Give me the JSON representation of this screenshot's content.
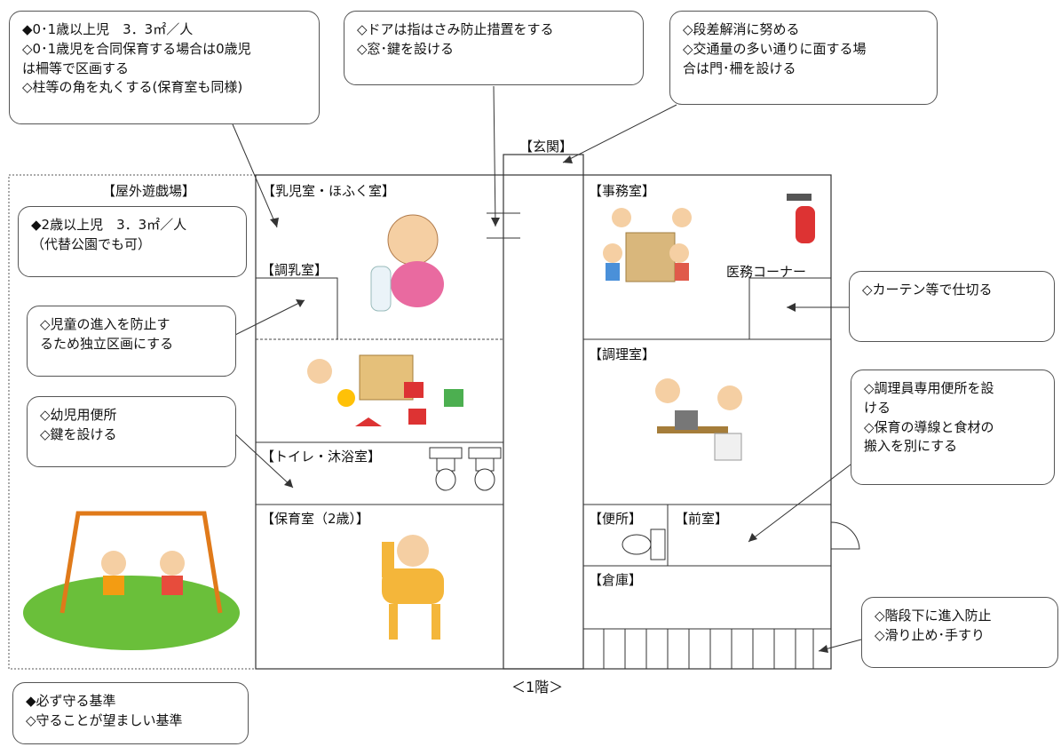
{
  "callouts": {
    "infant_area": [
      "◆0･1歳以上児　3．3㎡／人",
      "◇0･1歳児を合同保育する場合は0歳児",
      "は柵等で区画する",
      "◇柱等の角を丸くする(保育室も同様)"
    ],
    "door": [
      "◇ドアは指はさみ防止措置をする",
      "◇窓･鍵を設ける"
    ],
    "entrance": [
      "◇段差解消に努める",
      "◇交通量の多い通りに面する場",
      "合は門･柵を設ける"
    ],
    "outdoor": [
      "◆2歳以上児　3．3㎡／人",
      "（代替公園でも可）"
    ],
    "formula": [
      "◇児童の進入を防止す",
      "るため独立区画にする"
    ],
    "toilet": [
      "◇幼児用便所",
      "◇鍵を設ける"
    ],
    "curtain": [
      "◇カーテン等で仕切る"
    ],
    "kitchen": [
      "◇調理員専用便所を設",
      "ける",
      "◇保育の導線と食材の",
      "搬入を別にする"
    ],
    "stairs": [
      "◇階段下に進入防止",
      "◇滑り止め･手すり"
    ],
    "legend": [
      "◆必ず守る基準",
      "◇守ることが望ましい基準"
    ]
  },
  "rooms": {
    "entrance": "【玄関】",
    "outdoor": "【屋外遊戯場】",
    "infant": "【乳児室・ほふく室】",
    "formula": "【調乳室】",
    "toilet_bath": "【トイレ・沐浴室】",
    "nursery2": "【保育室（2歳）】",
    "office": "【事務室】",
    "medical": "医務コーナー",
    "kitchen": "【調理室】",
    "wc": "【便所】",
    "anteroom": "【前室】",
    "storage": "【倉庫】"
  },
  "floor_caption": "＜1階＞",
  "colors": {
    "line": "#333333",
    "grass": "#6abf3a",
    "swing": "#e07a1a"
  }
}
